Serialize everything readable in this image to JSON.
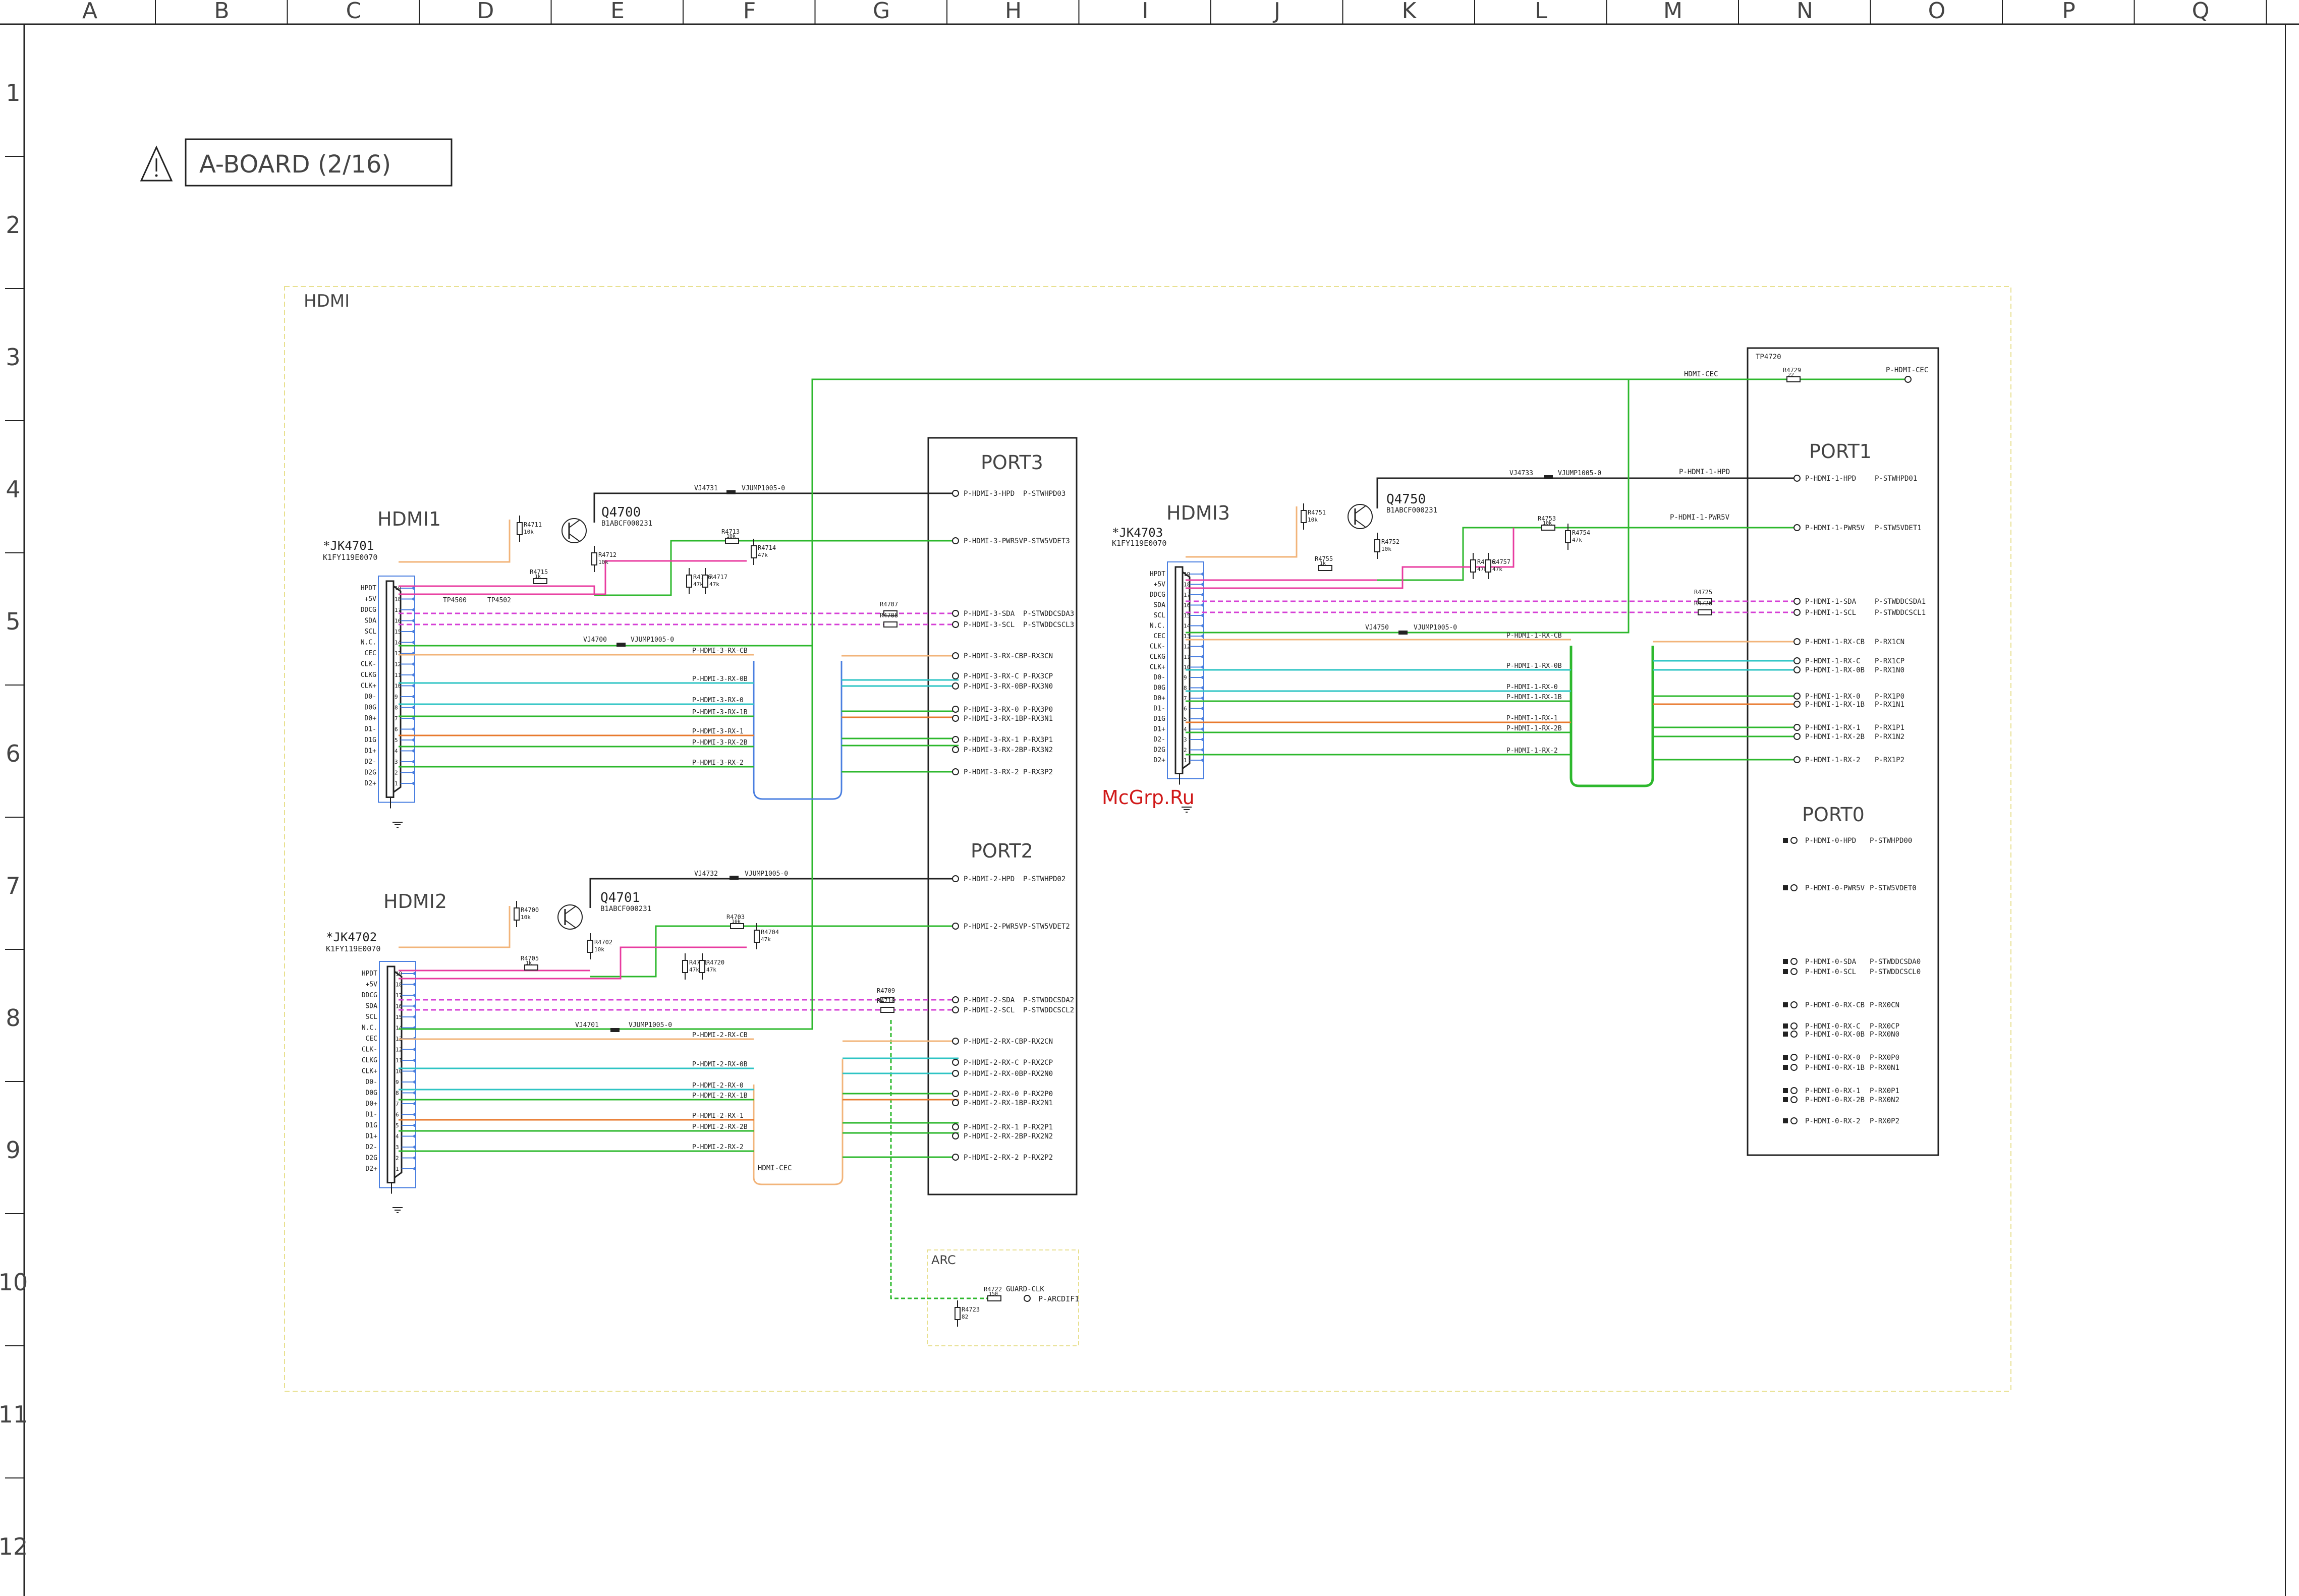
{
  "frame": {
    "columns": [
      "A",
      "B",
      "C",
      "D",
      "E",
      "F",
      "G",
      "H",
      "I",
      "J",
      "K",
      "L",
      "M",
      "N",
      "O",
      "P",
      "Q"
    ],
    "rows": [
      "1",
      "2",
      "3",
      "4",
      "5",
      "6",
      "7",
      "8",
      "9",
      "10",
      "11",
      "12"
    ]
  },
  "header": {
    "board_title": "A-BOARD (2/16)"
  },
  "watermark": "McGrp.Ru",
  "sections": {
    "hdmi": "HDMI",
    "arc": "ARC"
  },
  "connectors": {
    "hdmi1": {
      "name": "HDMI1",
      "ref": "*JK4701",
      "part": "K1FY119E0070"
    },
    "hdmi2": {
      "name": "HDMI2",
      "ref": "*JK4702",
      "part": "K1FY119E0070"
    },
    "hdmi3": {
      "name": "HDMI3",
      "ref": "*JK4703",
      "part": "K1FY119E0070"
    }
  },
  "pin_names": [
    "HPDT",
    "+5V",
    "DDCG",
    "SDA",
    "SCL",
    "N.C.",
    "CEC",
    "CLK-",
    "CLKG",
    "CLK+",
    "D0-",
    "D0G",
    "D0+",
    "D1-",
    "D1G",
    "D1+",
    "D2-",
    "D2G",
    "D2+"
  ],
  "pin_numbers": [
    "19",
    "18",
    "17",
    "16",
    "15",
    "14",
    "13",
    "12",
    "11",
    "10",
    "9",
    "8",
    "7",
    "6",
    "5",
    "4",
    "3",
    "2",
    "1"
  ],
  "transistors": {
    "q4700": {
      "ref": "Q4700",
      "part": "B1ABCF000231"
    },
    "q4701": {
      "ref": "Q4701",
      "part": "B1ABCF000231"
    },
    "q4750": {
      "ref": "Q4750",
      "part": "B1ABCF000231"
    }
  },
  "ports": {
    "port3": {
      "title": "PORT3",
      "rows": [
        {
          "net": "P-HDMI-3-HPD",
          "sig": "P-STWHPD03"
        },
        {
          "net": "P-HDMI-3-PWR5V",
          "sig": "P-STW5VDET3"
        },
        {
          "net": "P-HDMI-3-SDA",
          "sig": "P-STWDDCSDA3"
        },
        {
          "net": "P-HDMI-3-SCL",
          "sig": "P-STWDDCSCL3"
        },
        {
          "net": "P-HDMI-3-RX-CB",
          "sig": "P-RX3CN"
        },
        {
          "net": "P-HDMI-3-RX-C",
          "sig": "P-RX3CP"
        },
        {
          "net": "P-HDMI-3-RX-0B",
          "sig": "P-RX3N0"
        },
        {
          "net": "P-HDMI-3-RX-0",
          "sig": "P-RX3P0"
        },
        {
          "net": "P-HDMI-3-RX-1B",
          "sig": "P-RX3N1"
        },
        {
          "net": "P-HDMI-3-RX-1",
          "sig": "P-RX3P1"
        },
        {
          "net": "P-HDMI-3-RX-2B",
          "sig": "P-RX3N2"
        },
        {
          "net": "P-HDMI-3-RX-2",
          "sig": "P-RX3P2"
        }
      ]
    },
    "port2": {
      "title": "PORT2",
      "rows": [
        {
          "net": "P-HDMI-2-HPD",
          "sig": "P-STWHPD02"
        },
        {
          "net": "P-HDMI-2-PWR5V",
          "sig": "P-STW5VDET2"
        },
        {
          "net": "P-HDMI-2-SDA",
          "sig": "P-STWDDCSDA2"
        },
        {
          "net": "P-HDMI-2-SCL",
          "sig": "P-STWDDCSCL2"
        },
        {
          "net": "P-HDMI-2-RX-CB",
          "sig": "P-RX2CN"
        },
        {
          "net": "P-HDMI-2-RX-C",
          "sig": "P-RX2CP"
        },
        {
          "net": "P-HDMI-2-RX-0B",
          "sig": "P-RX2N0"
        },
        {
          "net": "P-HDMI-2-RX-0",
          "sig": "P-RX2P0"
        },
        {
          "net": "P-HDMI-2-RX-1B",
          "sig": "P-RX2N1"
        },
        {
          "net": "P-HDMI-2-RX-1",
          "sig": "P-RX2P1"
        },
        {
          "net": "P-HDMI-2-RX-2B",
          "sig": "P-RX2N2"
        },
        {
          "net": "P-HDMI-2-RX-2",
          "sig": "P-RX2P2"
        }
      ]
    },
    "port1": {
      "title": "PORT1",
      "rows": [
        {
          "net": "P-HDMI-1-HPD",
          "sig": "P-STWHPD01"
        },
        {
          "net": "P-HDMI-1-PWR5V",
          "sig": "P-STW5VDET1"
        },
        {
          "net": "P-HDMI-1-SDA",
          "sig": "P-STWDDCSDA1"
        },
        {
          "net": "P-HDMI-1-SCL",
          "sig": "P-STWDDCSCL1"
        },
        {
          "net": "P-HDMI-1-RX-CB",
          "sig": "P-RX1CN"
        },
        {
          "net": "P-HDMI-1-RX-C",
          "sig": "P-RX1CP"
        },
        {
          "net": "P-HDMI-1-RX-0B",
          "sig": "P-RX1N0"
        },
        {
          "net": "P-HDMI-1-RX-0",
          "sig": "P-RX1P0"
        },
        {
          "net": "P-HDMI-1-RX-1B",
          "sig": "P-RX1N1"
        },
        {
          "net": "P-HDMI-1-RX-1",
          "sig": "P-RX1P1"
        },
        {
          "net": "P-HDMI-1-RX-2B",
          "sig": "P-RX1N2"
        },
        {
          "net": "P-HDMI-1-RX-2",
          "sig": "P-RX1P2"
        }
      ]
    },
    "port0": {
      "title": "PORT0",
      "rows": [
        {
          "net": "P-HDMI-0-HPD",
          "sig": "P-STWHPD00"
        },
        {
          "net": "P-HDMI-0-PWR5V",
          "sig": "P-STW5VDET0"
        },
        {
          "net": "P-HDMI-0-SDA",
          "sig": "P-STWDDCSDA0"
        },
        {
          "net": "P-HDMI-0-SCL",
          "sig": "P-STWDDCSCL0"
        },
        {
          "net": "P-HDMI-0-RX-CB",
          "sig": "P-RX0CN"
        },
        {
          "net": "P-HDMI-0-RX-C",
          "sig": "P-RX0CP"
        },
        {
          "net": "P-HDMI-0-RX-0B",
          "sig": "P-RX0N0"
        },
        {
          "net": "P-HDMI-0-RX-0",
          "sig": "P-RX0P0"
        },
        {
          "net": "P-HDMI-0-RX-1B",
          "sig": "P-RX0N1"
        },
        {
          "net": "P-HDMI-0-RX-1",
          "sig": "P-RX0P1"
        },
        {
          "net": "P-HDMI-0-RX-2B",
          "sig": "P-RX0N2"
        },
        {
          "net": "P-HDMI-0-RX-2",
          "sig": "P-RX0P2"
        }
      ]
    }
  },
  "nets": {
    "hdmi_cec": "HDMI-CEC",
    "p_hdmi_cec": "P-HDMI-CEC",
    "p_hdmi_1_hpd": "P-HDMI-1-HPD",
    "p_hdmi_1_pwr5v": "P-HDMI-1-PWR5V",
    "guard_clk": "GUARD-CLK",
    "p_arc": "P-ARCDIF1"
  },
  "jumpers": {
    "vj4731": {
      "ref": "VJ4731",
      "part": "VJUMP1005-0"
    },
    "vj4732": {
      "ref": "VJ4732",
      "part": "VJUMP1005-0"
    },
    "vj4733": {
      "ref": "VJ4733",
      "part": "VJUMP1005-0"
    },
    "vj4700": {
      "ref": "VJ4700",
      "part": "VJUMP1005-0"
    },
    "vj4701": {
      "ref": "VJ4701",
      "part": "VJUMP1005-0"
    },
    "vj4750": {
      "ref": "VJ4750",
      "part": "VJUMP1005-0"
    }
  },
  "test_points": {
    "tp4500": "TP4500",
    "tp4502": "TP4502",
    "tp4720": "TP4720"
  },
  "resistors": {
    "r4711": {
      "ref": "R4711",
      "val": "10k"
    },
    "r4715": {
      "ref": "R4715",
      "val": "1k"
    },
    "r4712": {
      "ref": "R4712",
      "val": "10k"
    },
    "r4713": {
      "ref": "R4713",
      "val": "10k"
    },
    "r4714": {
      "ref": "R4714",
      "val": "47k"
    },
    "r4716": {
      "ref": "R4716",
      "val": "47k"
    },
    "r4717": {
      "ref": "R4717",
      "val": "47k"
    },
    "r4707": {
      "ref": "R4707",
      "val": ""
    },
    "r4708": {
      "ref": "R4708",
      "val": ""
    },
    "r4700": {
      "ref": "R4700",
      "val": "10k"
    },
    "r4705": {
      "ref": "R4705",
      "val": "1k"
    },
    "r4702": {
      "ref": "R4702",
      "val": "10k"
    },
    "r4703": {
      "ref": "R4703",
      "val": "10k"
    },
    "r4704": {
      "ref": "R4704",
      "val": "47k"
    },
    "r4721": {
      "ref": "R4721",
      "val": "47k"
    },
    "r4720": {
      "ref": "R4720",
      "val": "47k"
    },
    "r4709": {
      "ref": "R4709",
      "val": ""
    },
    "r4710": {
      "ref": "R4710",
      "val": ""
    },
    "r4751": {
      "ref": "R4751",
      "val": "10k"
    },
    "r4755": {
      "ref": "R4755",
      "val": "1k"
    },
    "r4752": {
      "ref": "R4752",
      "val": "10k"
    },
    "r4753": {
      "ref": "R4753",
      "val": "10k"
    },
    "r4754": {
      "ref": "R4754",
      "val": "47k"
    },
    "r4756": {
      "ref": "R4756",
      "val": "47k"
    },
    "r4757": {
      "ref": "R4757",
      "val": "47k"
    },
    "r4725": {
      "ref": "R4725",
      "val": ""
    },
    "r4726": {
      "ref": "R4726",
      "val": ""
    },
    "r4729": {
      "ref": "R4729",
      "val": "22"
    },
    "r4722": {
      "ref": "R4722",
      "val": "150"
    },
    "r4723": {
      "ref": "R4723",
      "val": "82"
    }
  }
}
